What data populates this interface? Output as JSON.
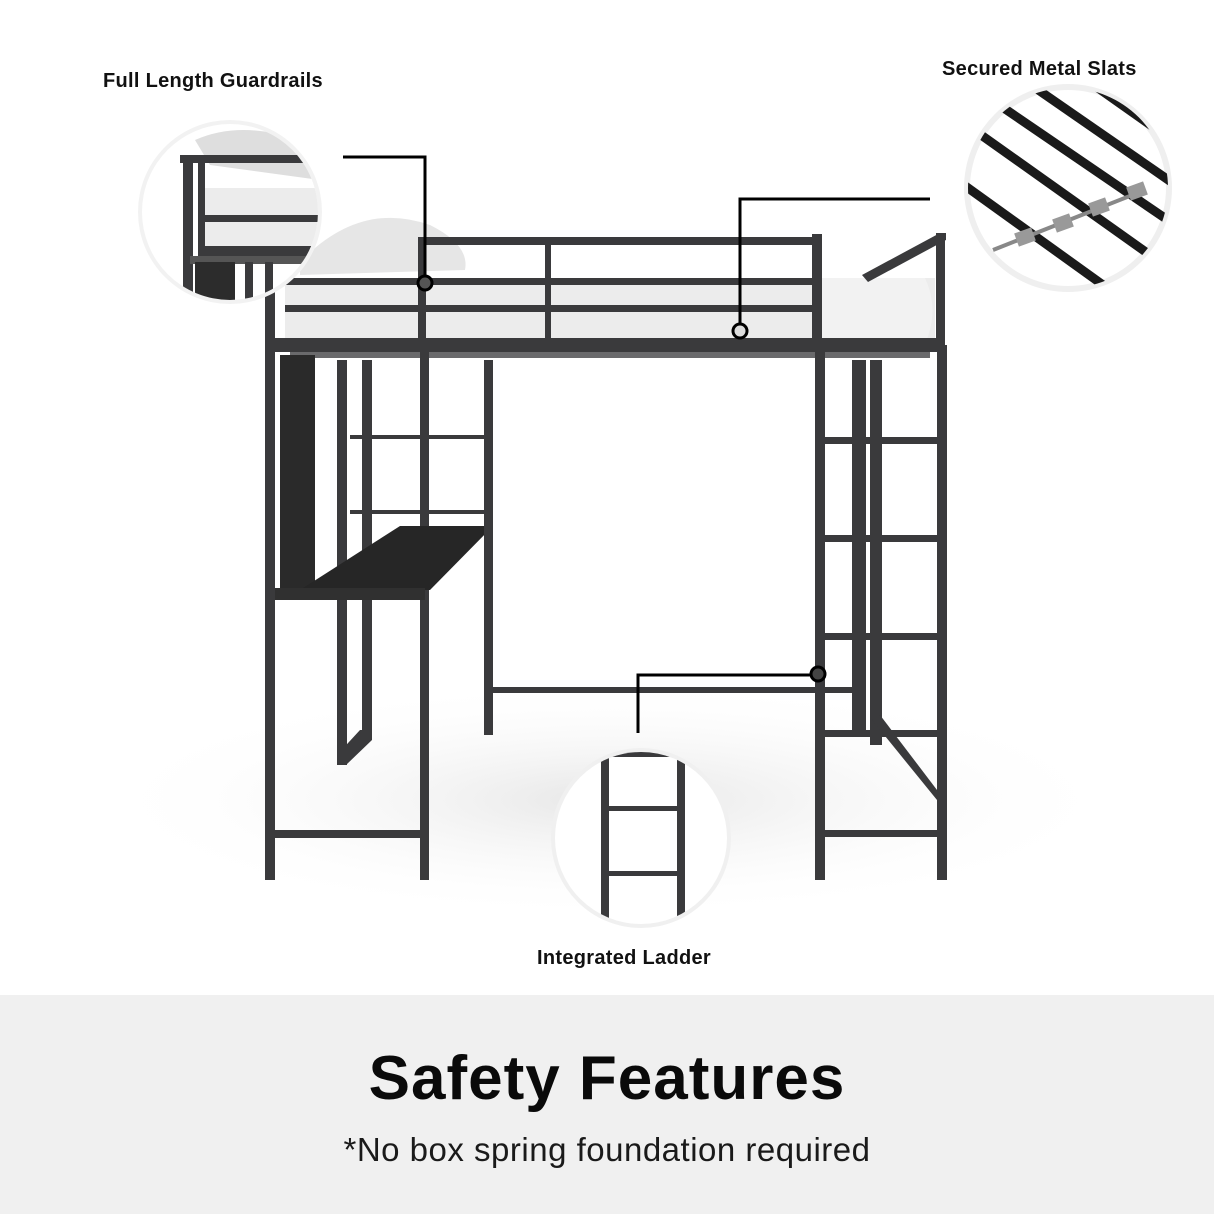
{
  "callouts": [
    {
      "id": "guardrails",
      "label": "Full Length Guardrails"
    },
    {
      "id": "slats",
      "label": "Secured Metal Slats"
    },
    {
      "id": "ladder",
      "label": "Integrated Ladder"
    }
  ],
  "banner": {
    "title": "Safety Features",
    "subtitle": "*No box spring foundation required"
  },
  "colors": {
    "frame": "#3a3a3c",
    "mattress": "#ececec",
    "banner_bg": "#f0f0f0",
    "text": "#111111"
  }
}
